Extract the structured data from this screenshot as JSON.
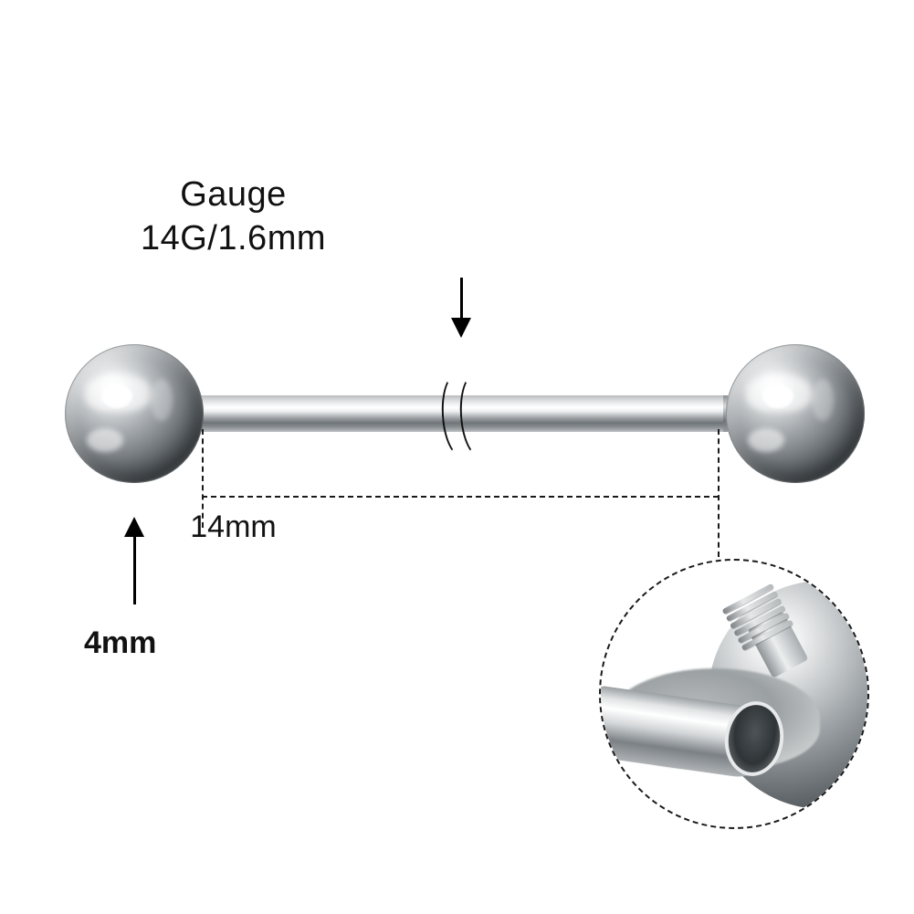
{
  "diagram": {
    "type": "product-dimension-diagram",
    "product": "straight barbell body jewelry",
    "background_color": "#ffffff",
    "labels": {
      "gauge_title": "Gauge",
      "gauge_value": "14G/1.6mm",
      "length": "14mm",
      "ball_size": "4mm"
    },
    "annotations": [
      {
        "name": "gauge-arrow",
        "points_to": "barbell-shaft",
        "direction": "down"
      },
      {
        "name": "ball-arrow",
        "points_to": "left-ball",
        "direction": "up"
      },
      {
        "name": "length-dimension",
        "style": "dashed",
        "value": "14mm"
      },
      {
        "name": "inset-callout",
        "style": "dashed-circle",
        "shows": "threaded-ball-and-shaft-detail"
      }
    ],
    "colors": {
      "metal_light": "#ffffff",
      "metal_mid": "#9fa4a8",
      "metal_dark": "#4a5054",
      "line": "#1a1a1a"
    }
  }
}
